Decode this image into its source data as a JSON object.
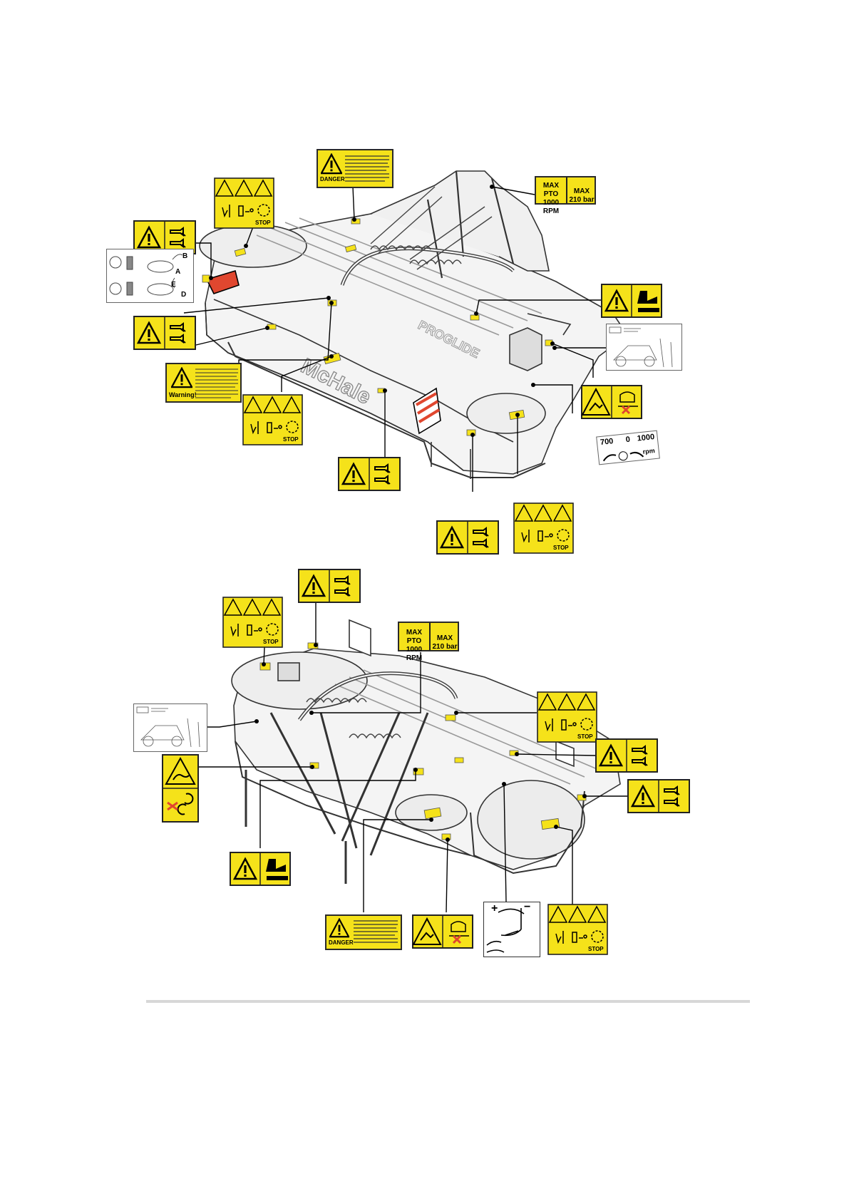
{
  "figure1": {
    "labels": {
      "danger": "DANGER",
      "warning": "Warning!",
      "max_pto": "MAX PTO",
      "rpm_1000": "1000 RPM",
      "max": "MAX",
      "bar_210": "210 bar",
      "stop": "STOP",
      "brand": "McHale",
      "model": "PROGLIDE",
      "rpm_scale": [
        "700",
        "0",
        "1000"
      ],
      "rpm_unit": "rpm",
      "diagram_letters": [
        "B",
        "A",
        "E",
        "D"
      ]
    }
  },
  "figure2": {
    "labels": {
      "danger": "DANGER",
      "max_pto": "MAX PTO",
      "rpm_1000": "1000 RPM",
      "max": "MAX",
      "bar_210": "210 bar",
      "stop": "STOP",
      "plus": "+",
      "minus": "−"
    }
  },
  "colors": {
    "decal_yellow": "#f5e21a",
    "outline": "#2a2a2a",
    "reflector_red": "#e0472f"
  }
}
